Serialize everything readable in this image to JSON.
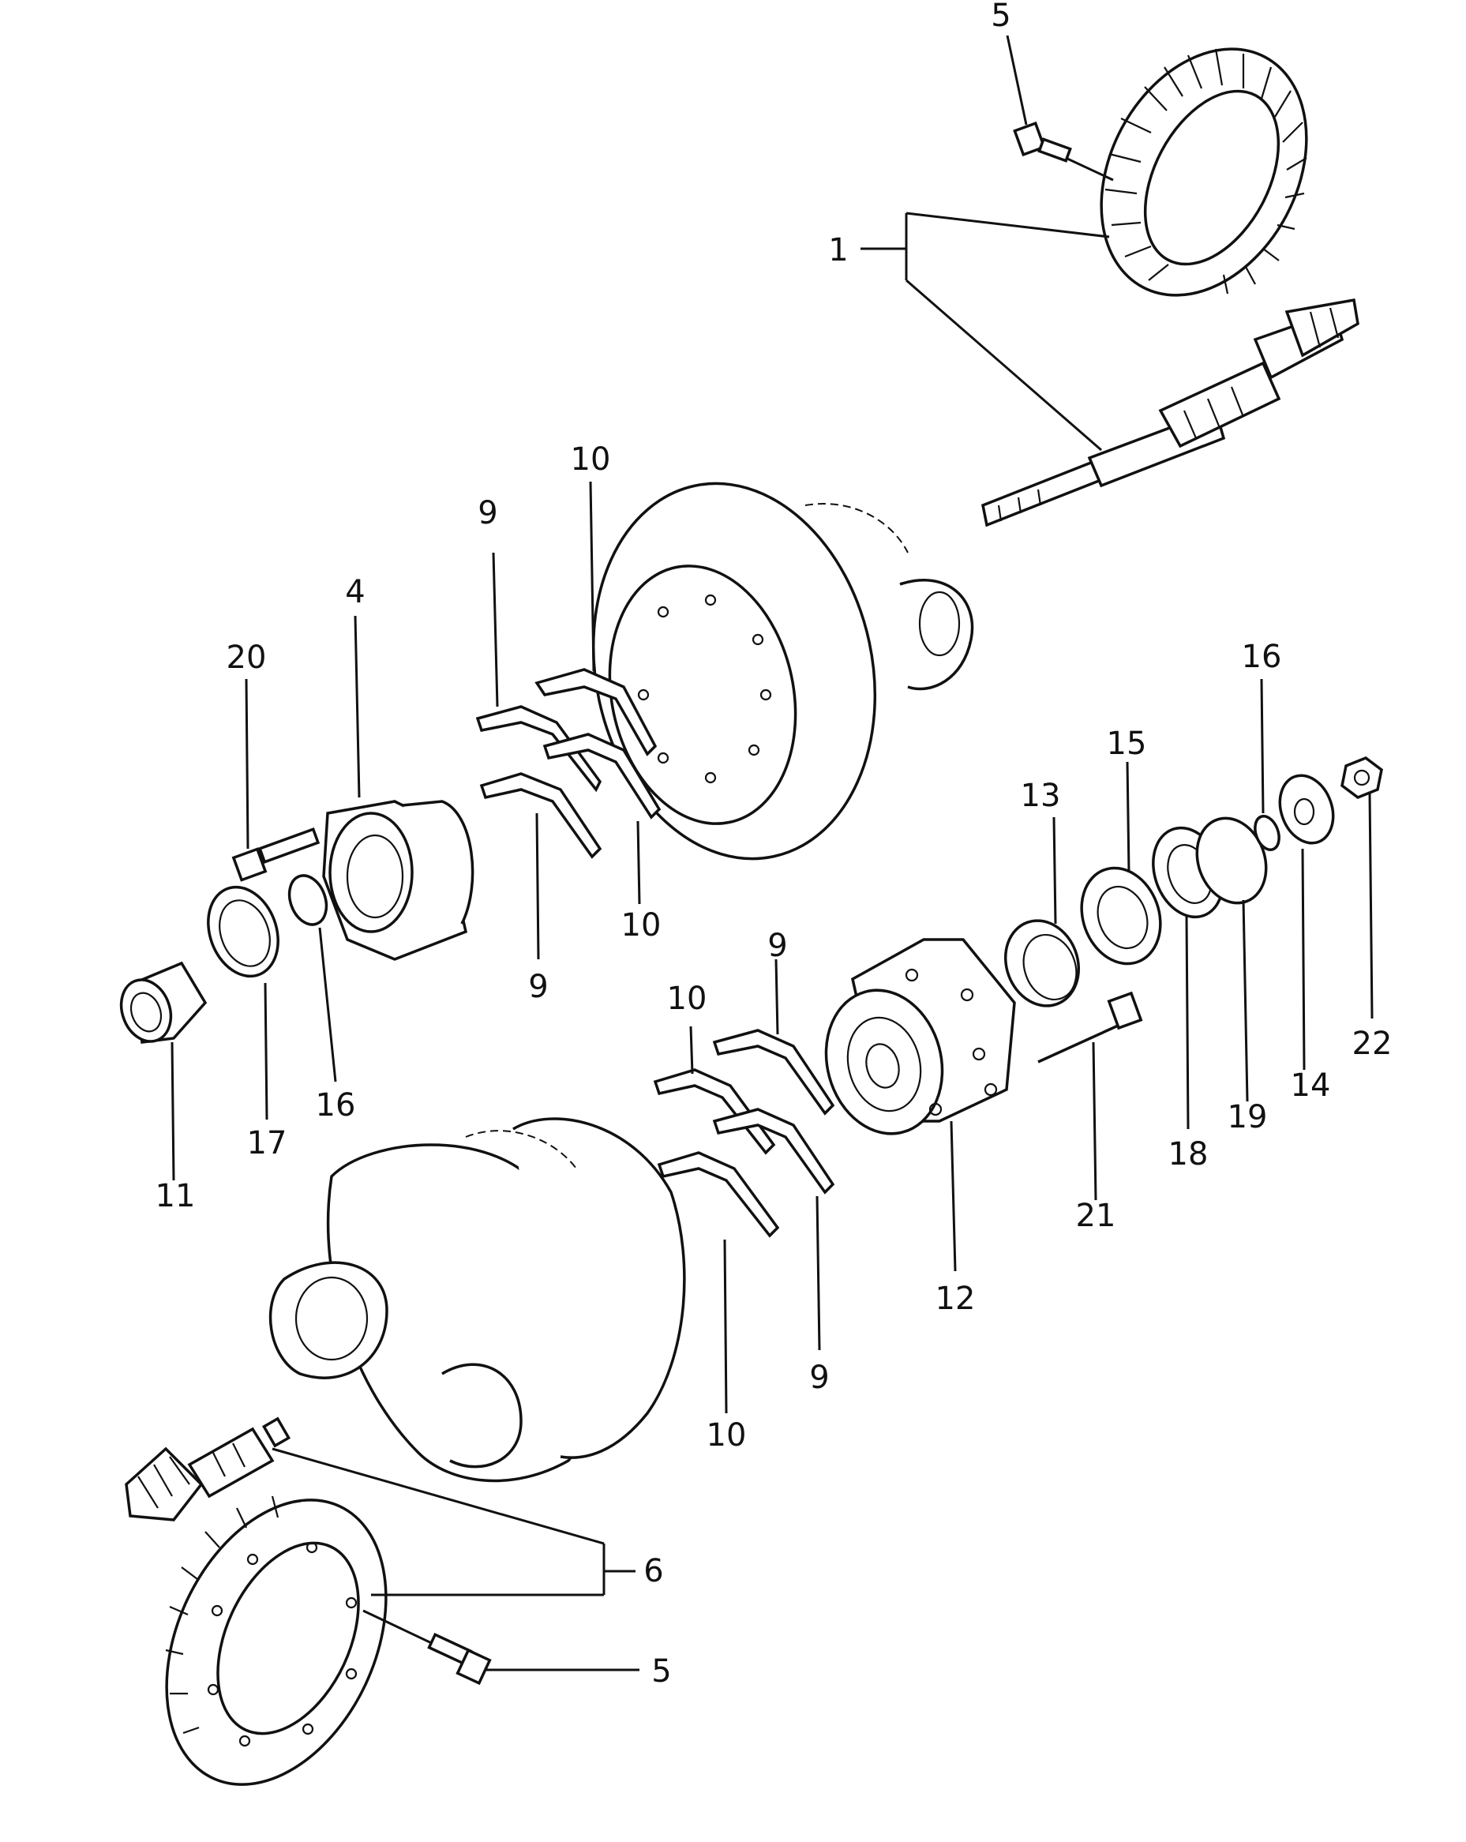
{
  "callouts": {
    "c5_top": "5",
    "c1": "1",
    "c10_a": "10",
    "c9_a": "9",
    "c4": "4",
    "c20": "20",
    "c10_b": "10",
    "c9_b": "9",
    "c11": "11",
    "c17": "17",
    "c16_a": "16",
    "c16_b": "16",
    "c15": "15",
    "c13": "13",
    "c9_c": "9",
    "c10_c": "10",
    "c12": "12",
    "c21": "21",
    "c18": "18",
    "c19": "19",
    "c14": "14",
    "c22": "22",
    "c9_d": "9",
    "c10_d": "10",
    "c6": "6",
    "c5_bottom": "5"
  }
}
